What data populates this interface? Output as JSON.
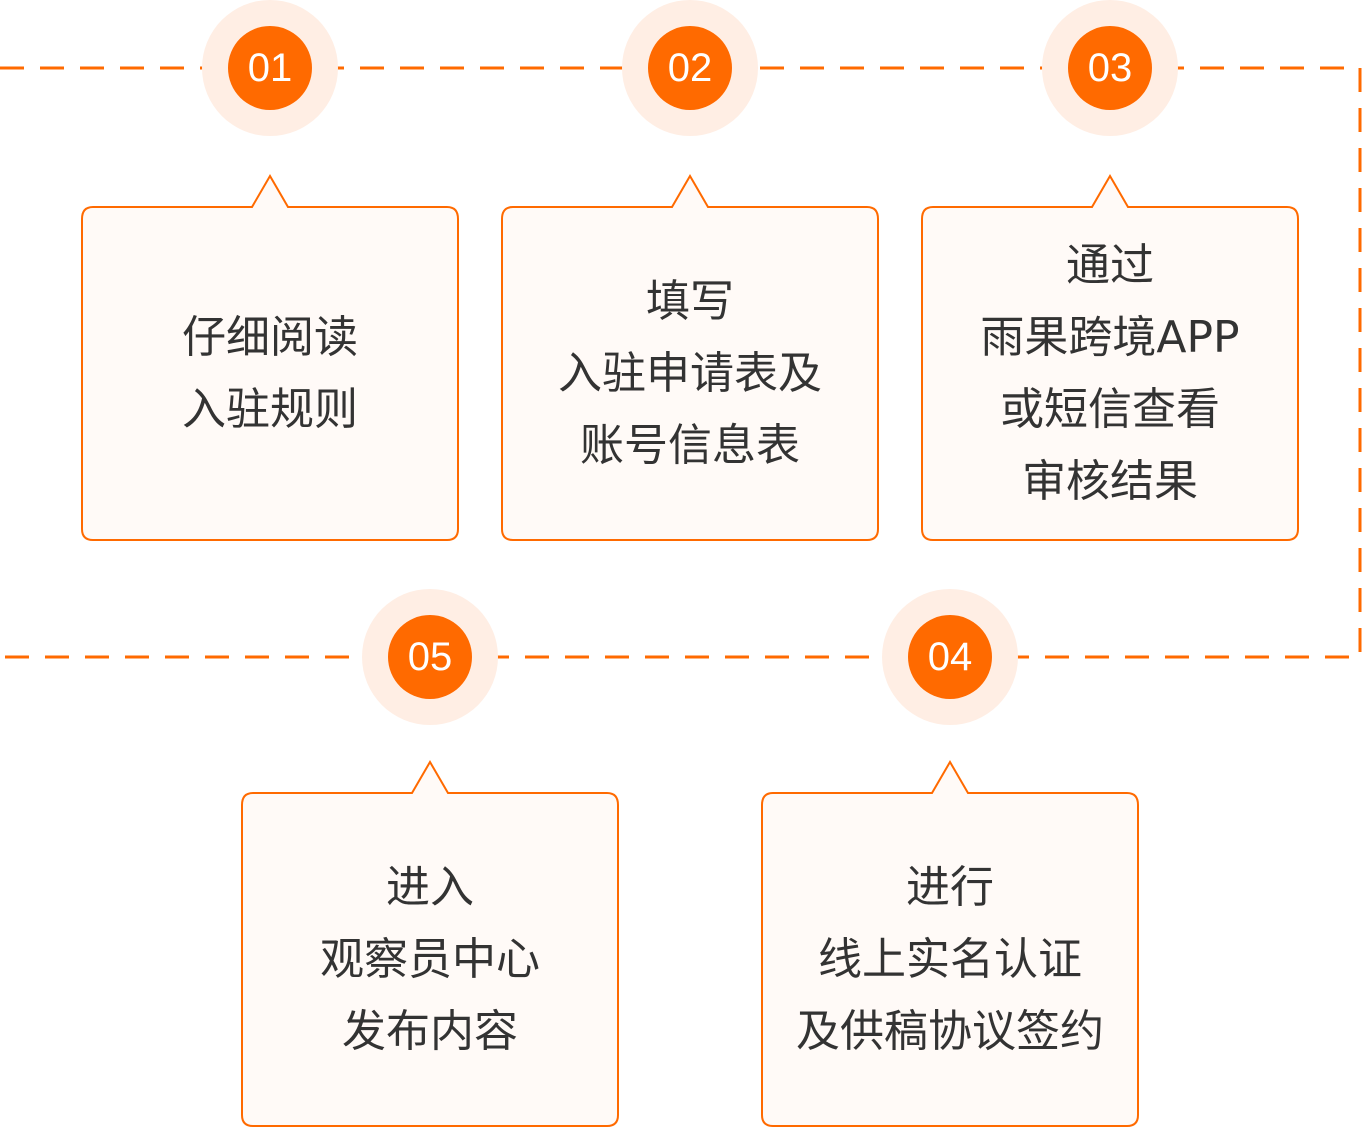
{
  "colors": {
    "accent": "#ff6a00",
    "halo": "#ffeee4",
    "box_fill": "#fffaf7",
    "text": "#333333"
  },
  "steps": [
    {
      "number": "01",
      "lines": [
        "仔细阅读",
        "入驻规则"
      ]
    },
    {
      "number": "02",
      "lines": [
        "填写",
        "入驻申请表及",
        "账号信息表"
      ]
    },
    {
      "number": "03",
      "lines": [
        "通过",
        "雨果跨境APP",
        "或短信查看",
        "审核结果"
      ]
    },
    {
      "number": "04",
      "lines": [
        "进行",
        "线上实名认证",
        "及供稿协议签约"
      ]
    },
    {
      "number": "05",
      "lines": [
        "进入",
        "观察员中心",
        "发布内容"
      ]
    }
  ]
}
